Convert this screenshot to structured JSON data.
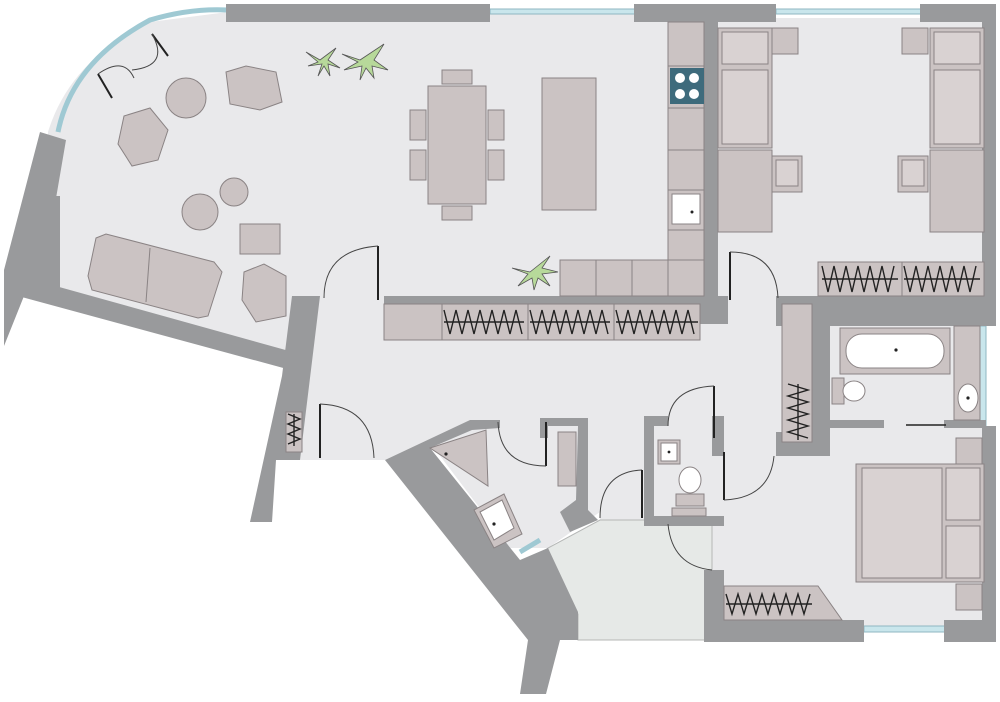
{
  "plan": {
    "colors": {
      "background": "#ffffff",
      "floor": "#e9e9eb",
      "balcony": "#e6e9e7",
      "wall": "#999a9c",
      "furniture": "#cbc3c3",
      "furniture_stroke": "#8a8384",
      "window": "#c9e6ec",
      "hob": "#3e6b7c",
      "plant": "#b7d99a",
      "hanger": "#222222",
      "door": "#444444"
    },
    "rooms": [
      {
        "name": "living-dining-kitchen"
      },
      {
        "name": "bedroom-1"
      },
      {
        "name": "hallway"
      },
      {
        "name": "bathroom-1"
      },
      {
        "name": "bathroom-2"
      },
      {
        "name": "toilet"
      },
      {
        "name": "bedroom-2"
      },
      {
        "name": "balcony"
      }
    ],
    "icons": [
      "sofa-icon",
      "armchair-icon",
      "round-table-icon",
      "dining-table-icon",
      "chair-icon",
      "kitchen-island-icon",
      "hob-icon",
      "sink-icon",
      "plant-icon",
      "bed-icon",
      "bathtub-icon",
      "toilet-icon",
      "washbasin-icon",
      "wardrobe-icon",
      "door-swing-icon",
      "window-icon"
    ]
  }
}
